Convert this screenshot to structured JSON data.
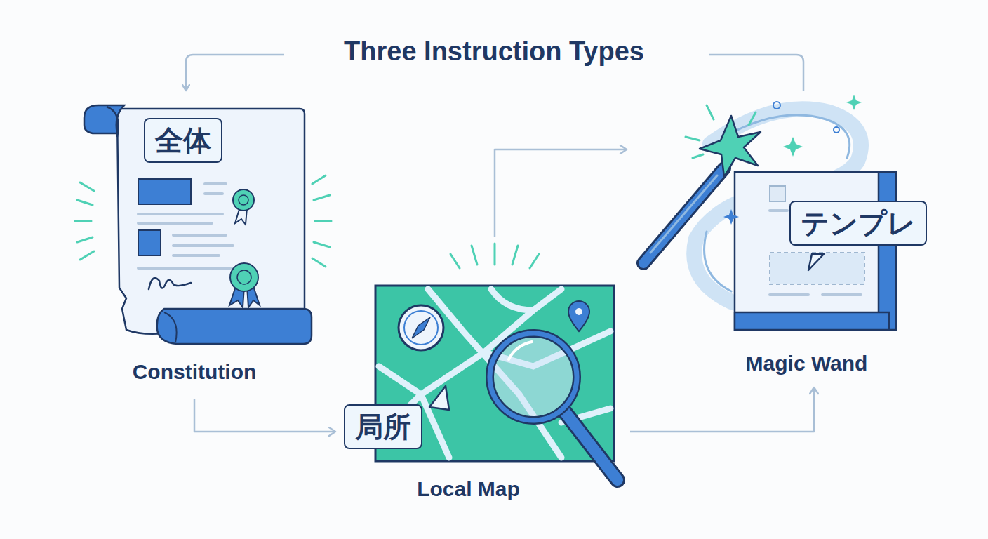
{
  "diagram": {
    "title": "Three Instruction Types",
    "nodes": [
      {
        "text": [
          "全体",
          "Constitution"
        ]
      },
      {
        "text": [
          "局所",
          "Local Map"
        ]
      },
      {
        "text": [
          "テンプレ",
          "Magic Wand"
        ]
      }
    ],
    "edges": [
      {
        "from": 0,
        "to": 1,
        "arrow": "to"
      },
      {
        "from": 1,
        "to": 2,
        "arrow": "to"
      },
      {
        "from": 1,
        "to": 2,
        "arrow": "to"
      }
    ]
  }
}
